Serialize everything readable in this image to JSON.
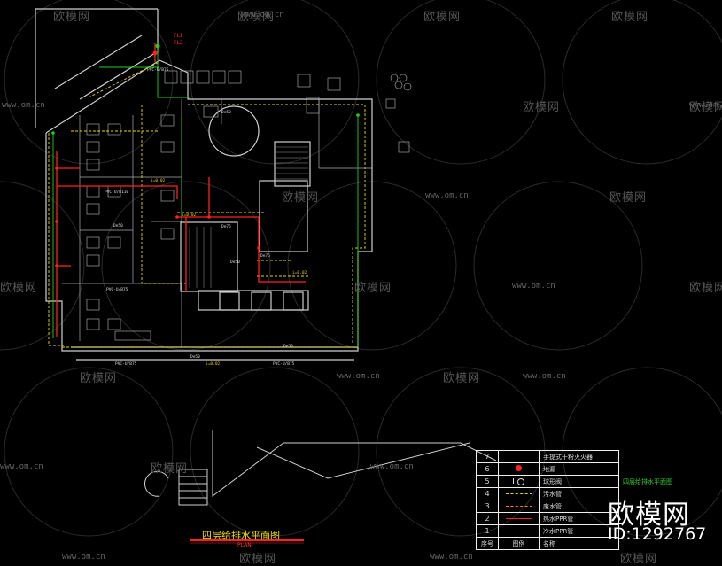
{
  "watermarks": [
    {
      "text": "欧模网"
    },
    {
      "text": "欧模网"
    },
    {
      "text": "欧模网"
    },
    {
      "text": "欧模网"
    },
    {
      "text": "欧模网"
    },
    {
      "text": "欧模网"
    },
    {
      "text": "欧模网"
    },
    {
      "text": "欧模网"
    },
    {
      "text": "欧模网"
    },
    {
      "text": "欧模网"
    },
    {
      "text": "欧模网"
    },
    {
      "text": "欧模网"
    },
    {
      "text": "欧模网"
    },
    {
      "text": "欧模网"
    },
    {
      "text": "欧模网"
    },
    {
      "text": "欧模网"
    }
  ],
  "watermark_urls": [
    "www.om.cn",
    "www.om.cn",
    "www.om.cn",
    "www.om.cn",
    "www.om.cn",
    "www.om.cn",
    "www.om.cn",
    "www.om.cn",
    "www.om.cn",
    "www.om.cn",
    "www.om.cn"
  ],
  "drawing": {
    "title": "四层给排水平面图",
    "subtitle": "PLAN",
    "note": "四层给排水平面图",
    "riser_labels": [
      "FL1",
      "FL2"
    ],
    "pipe_labels": [
      "PVC-U/B75",
      "De50",
      "PVC-U/B110",
      "i=0.02",
      "De50",
      "i=0.02",
      "De75",
      "De50",
      "PVC-U/B75",
      "PVC-U/B75",
      "De50",
      "PVC-U/B75",
      "i=0.02",
      "De75",
      "i=0.02",
      "De50"
    ]
  },
  "legend": {
    "header": {
      "num": "序号",
      "symbol": "图例",
      "name": "名称"
    },
    "rows": [
      {
        "num": "7",
        "name": "手提式干粉灭火器",
        "symbol": "box"
      },
      {
        "num": "6",
        "name": "地漏",
        "symbol": "drain"
      },
      {
        "num": "5",
        "name": "球形阀",
        "symbol": "valve"
      },
      {
        "num": "4",
        "name": "污水管",
        "symbol": "dash-yellow"
      },
      {
        "num": "3",
        "name": "废水管",
        "symbol": "dash-orange"
      },
      {
        "num": "2",
        "name": "热水PPR管",
        "symbol": "line-red"
      },
      {
        "num": "1",
        "name": "冷水PPR管",
        "symbol": "line-green"
      }
    ]
  },
  "brand": {
    "name": "欧模网",
    "id": "ID:1292767"
  },
  "colors": {
    "background": "#000000",
    "wall": "#cfcfcf",
    "cold_water": "#22cc22",
    "hot_water": "#ff2020",
    "waste": "#e8d800"
  }
}
